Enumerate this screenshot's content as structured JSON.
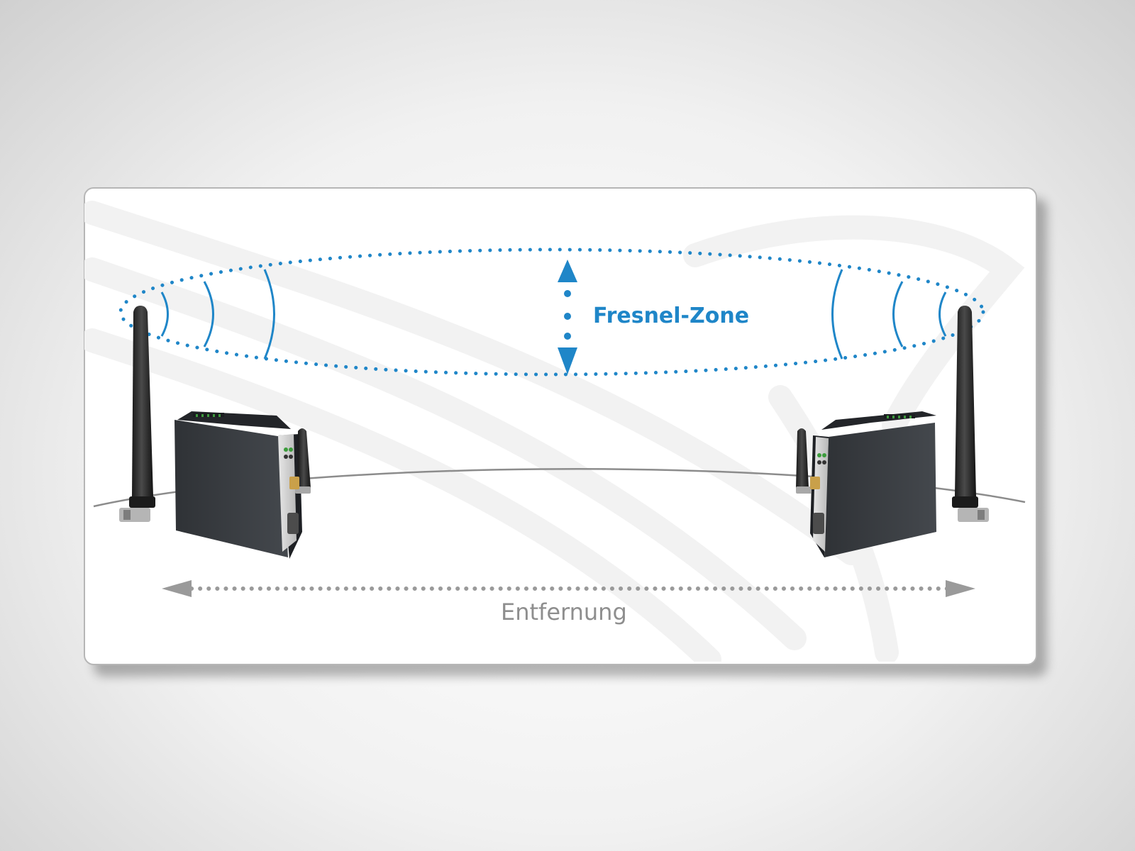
{
  "diagram": {
    "fresnel_label": "Fresnel-Zone",
    "distance_label": "Entfernung"
  },
  "colors": {
    "accent_blue": "#1f86c8",
    "distance_gray": "#8e8e8e",
    "device_dark": "#3a3d42",
    "card_border": "#b6b6b6"
  },
  "icons": {
    "fresnel_arrow": "double-headed-vertical-arrow-icon",
    "distance_arrow": "double-headed-horizontal-arrow-icon",
    "signal_waves": "radio-wave-arcs-icon",
    "antenna": "antenna-icon",
    "radio_modem": "din-rail-radio-modem-device"
  }
}
